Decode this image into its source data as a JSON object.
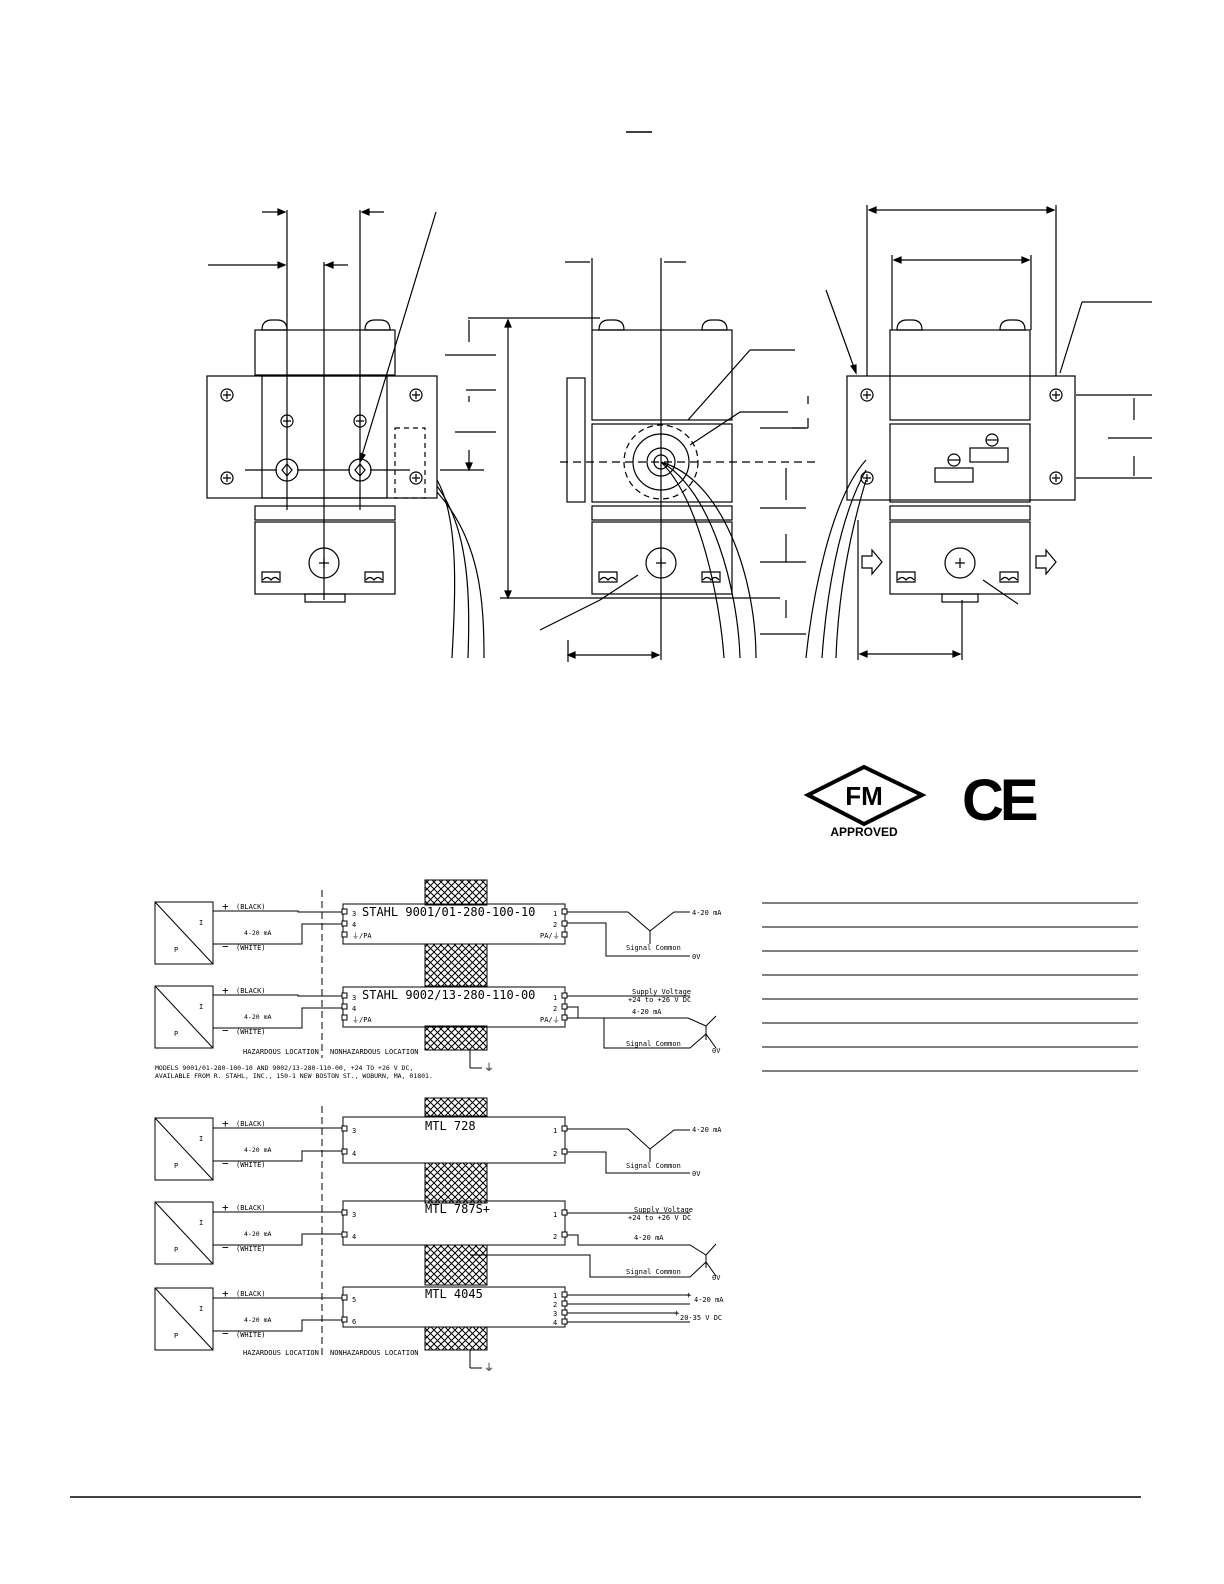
{
  "logos": {
    "fm_text": "FM",
    "fm_sub": "APPROVED",
    "ce_text": "CE"
  },
  "stahl": {
    "unit1": {
      "title": "STAHL  9001/01-280-100-10",
      "left_terms": [
        "3",
        "4",
        "⏚/PA"
      ],
      "right_terms": [
        "1",
        "2",
        "PA/⏚"
      ],
      "out1": "4-20 mA",
      "common": "Signal Common",
      "zero": "0V"
    },
    "unit2": {
      "title": "STAHL  9002/13-280-110-00",
      "left_terms": [
        "3",
        "4",
        "⏚/PA"
      ],
      "right_terms": [
        "1",
        "2",
        "PA/⏚"
      ],
      "supply1": "Supply Voltage",
      "supply2": "+24 to +26 V DC",
      "out1": "4-20 mA",
      "common": "Signal Common",
      "zero": "0V"
    },
    "device": {
      "plus": "+",
      "minus": "−",
      "black": "(BLACK)",
      "white": "(WHITE)",
      "ma": "4-20 mA",
      "i": "I",
      "p": "P"
    },
    "hazardous": "HAZARDOUS LOCATION",
    "nonhazardous": "NONHAZARDOUS LOCATION",
    "note1": "MODELS 9001/01-280-100-10 AND 9002/13-280-110-00, +24 TO +26 V DC,",
    "note2": "AVAILABLE FROM R. STAHL, INC., 150-1 NEW BOSTON ST., WOBURN, MA, 01801."
  },
  "mtl": {
    "unit1": {
      "title": "MTL 728",
      "left_terms": [
        "3",
        "4"
      ],
      "right_terms": [
        "1",
        "2"
      ],
      "out1": "4-20 mA",
      "common": "Signal Common",
      "zero": "0V"
    },
    "unit2": {
      "title": "MTL 787S+",
      "left_terms": [
        "3",
        "4"
      ],
      "right_terms": [
        "1",
        "2"
      ],
      "supply1": "Supply Voltage",
      "supply2": "+24 to +26 V DC",
      "out1": "4-20 mA",
      "common": "Signal Common",
      "zero": "0V"
    },
    "unit3": {
      "title": "MTL 4045",
      "left_terms": [
        "5",
        "6"
      ],
      "right_terms": [
        "1",
        "2",
        "3",
        "4"
      ],
      "out1": "4-20 mA",
      "out2": "20-35 V DC"
    },
    "hazardous": "HAZARDOUS LOCATION",
    "nonhazardous": "NONHAZARDOUS LOCATION"
  }
}
